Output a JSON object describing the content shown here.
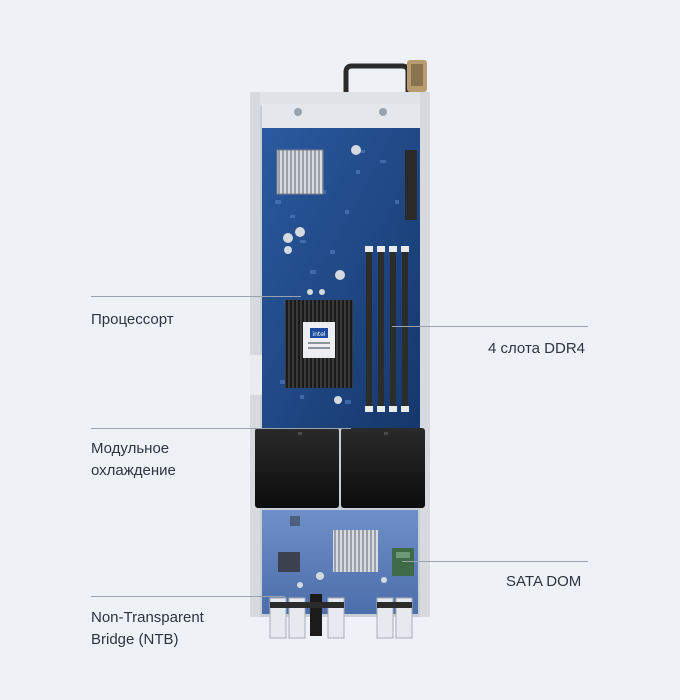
{
  "callouts": {
    "cpu": "Процессорт",
    "ddr4": "4 слота DDR4",
    "cooling_line1": "Модульное",
    "cooling_line2": "охлаждение",
    "ntb_line1": "Non-Transparent",
    "ntb_line2": "Bridge (NTB)",
    "sata_dom": "SATA DOM"
  },
  "colors": {
    "background": "#eef1f5",
    "label_text": "#2e3540",
    "pcb_blue": "#1f4a86",
    "chassis_grey": "#c9ced6",
    "fan_black": "#141414"
  }
}
